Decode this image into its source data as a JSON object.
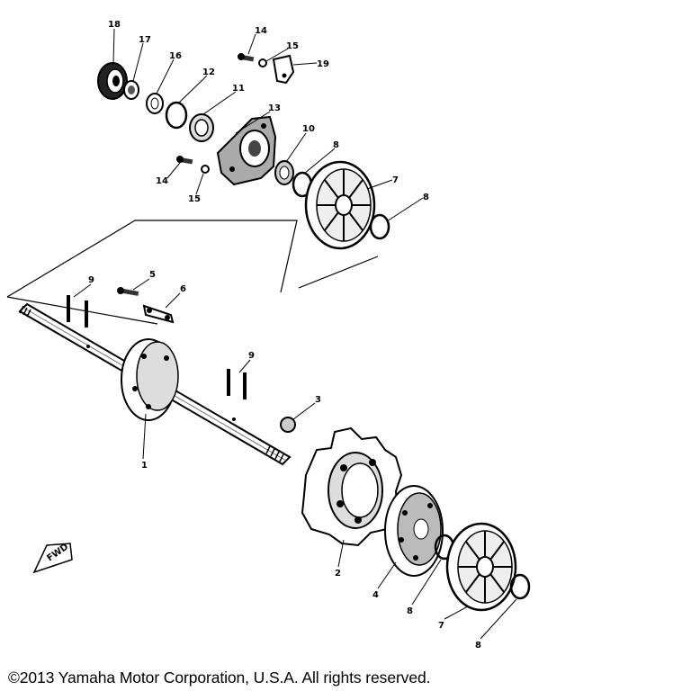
{
  "callouts": {
    "p1": "1",
    "p2": "2",
    "p3": "3",
    "p4": "4",
    "p5": "5",
    "p6": "6",
    "p7a": "7",
    "p7b": "7",
    "p8a": "8",
    "p8b": "8",
    "p8c": "8",
    "p8d": "8",
    "p9a": "9",
    "p9b": "9",
    "p10": "10",
    "p11": "11",
    "p12": "12",
    "p13": "13",
    "p14a": "14",
    "p14b": "14",
    "p15a": "15",
    "p15b": "15",
    "p16": "16",
    "p17": "17",
    "p18": "18",
    "p19": "19"
  },
  "fwd_label": "FWD",
  "copyright": "©2013 Yamaha Motor Corporation, U.S.A. All rights reserved."
}
